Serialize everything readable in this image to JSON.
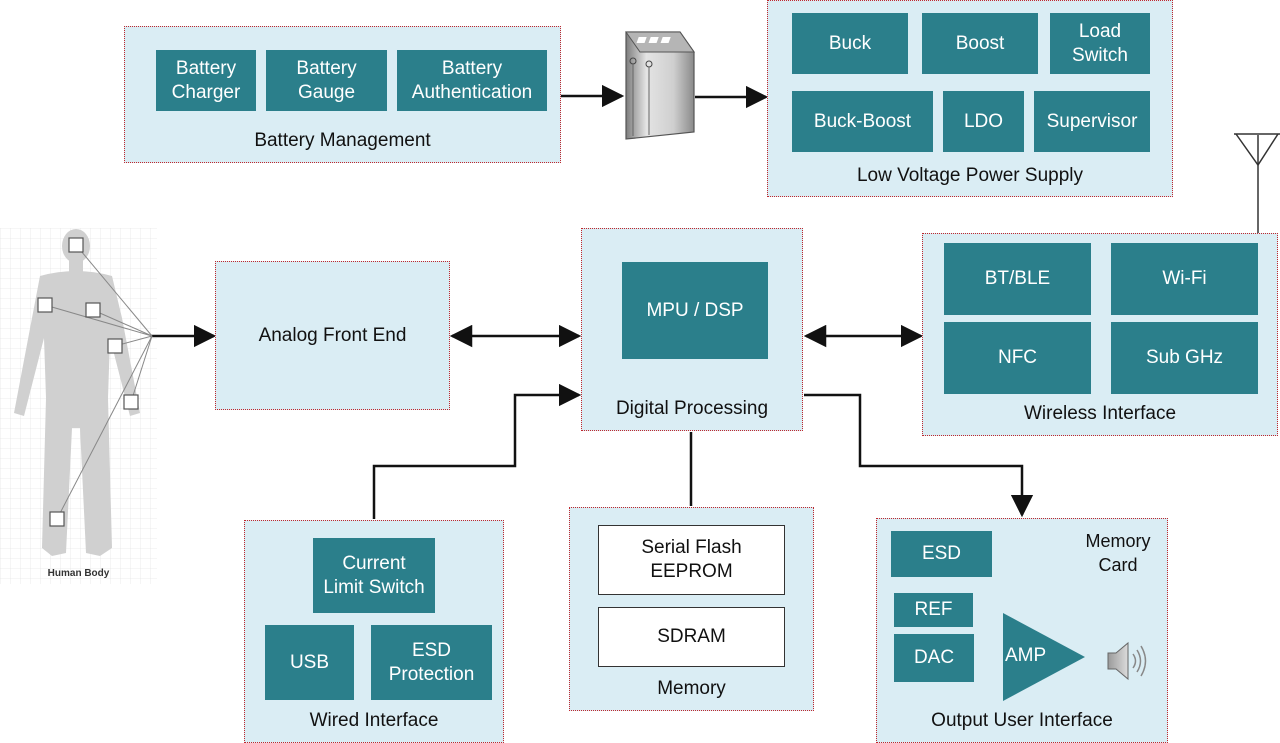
{
  "battery_management": {
    "title": "Battery Management",
    "blocks": [
      "Battery\nCharger",
      "Battery\nGauge",
      "Battery\nAuthentication"
    ]
  },
  "low_voltage_power_supply": {
    "title": "Low Voltage Power Supply",
    "blocks": [
      "Buck",
      "Boost",
      "Load\nSwitch",
      "Buck-Boost",
      "LDO",
      "Supervisor"
    ]
  },
  "analog_front_end": {
    "title": "Analog Front End"
  },
  "digital_processing": {
    "title": "Digital Processing",
    "blocks": [
      "MPU / DSP"
    ]
  },
  "wireless_interface": {
    "title": "Wireless Interface",
    "blocks": [
      "BT/BLE",
      "Wi-Fi",
      "NFC",
      "Sub GHz"
    ]
  },
  "wired_interface": {
    "title": "Wired Interface",
    "blocks": [
      "Current\nLimit Switch",
      "USB",
      "ESD\nProtection"
    ]
  },
  "memory": {
    "title": "Memory",
    "blocks": [
      "Serial Flash\nEEPROM",
      "SDRAM"
    ]
  },
  "output_user_interface": {
    "title": "Output User Interface",
    "blocks": [
      "ESD",
      "REF",
      "DAC"
    ],
    "amp_label": "AMP",
    "memory_card_label": "Memory\nCard"
  },
  "human_body": {
    "caption": "Human Body"
  },
  "colors": {
    "panel_fill": "#daedf4",
    "panel_border": "#c0272d",
    "block_fill": "#2b7f8b",
    "block_text": "#ffffff",
    "wire": "#111111"
  },
  "icons": [
    "battery-icon",
    "antenna-icon",
    "speaker-icon",
    "human-body-figure"
  ]
}
